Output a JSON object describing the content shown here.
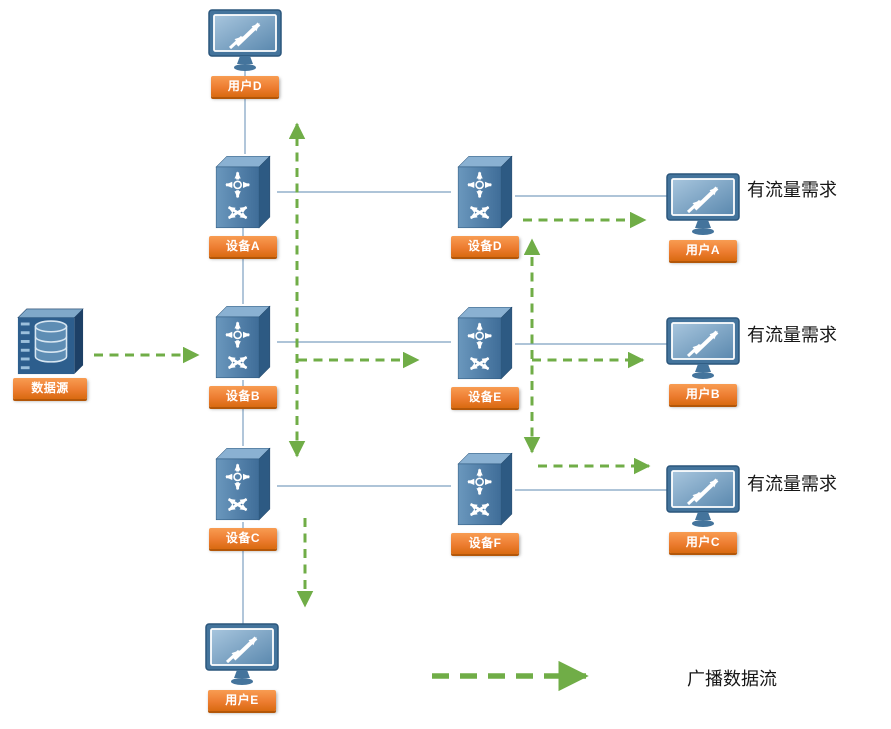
{
  "diagram": {
    "nodes": {
      "user_d": "用户D",
      "device_a": "设备A",
      "device_d": "设备D",
      "user_a": "用户A",
      "source": "数据源",
      "device_b": "设备B",
      "device_e": "设备E",
      "user_b": "用户B",
      "device_c": "设备C",
      "device_f": "设备F",
      "user_c": "用户C",
      "user_e": "用户E"
    },
    "annotations": {
      "demand_a": "有流量需求",
      "demand_b": "有流量需求",
      "demand_c": "有流量需求"
    },
    "legend": {
      "flow_label": "广播数据流"
    },
    "icons": {
      "switch": "network-switch-icon",
      "monitor": "user-monitor-icon",
      "database": "data-source-icon",
      "flow": "green-dashed-arrow-icon"
    },
    "colors": {
      "label_orange": "#ed7d31",
      "label_orange_dark": "#b35709",
      "device_blue": "#4f81a4",
      "flow_green": "#70ad47",
      "link_blue": "#7da0c0"
    }
  }
}
